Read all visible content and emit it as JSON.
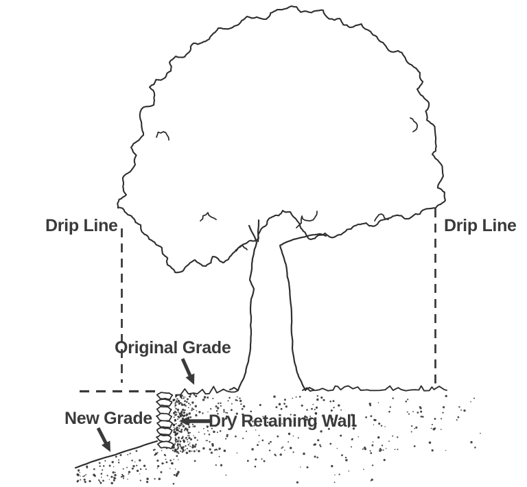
{
  "figure": {
    "background": "#ffffff",
    "ink_color": "#2e2e2e",
    "label_color": "#3a3a3a",
    "labels": {
      "drip_line_left": "Drip Line",
      "drip_line_right": "Drip Line",
      "original_grade": "Original Grade",
      "new_grade": "New Grade",
      "dry_retaining_wall": "Dry Retaining Wall"
    }
  }
}
